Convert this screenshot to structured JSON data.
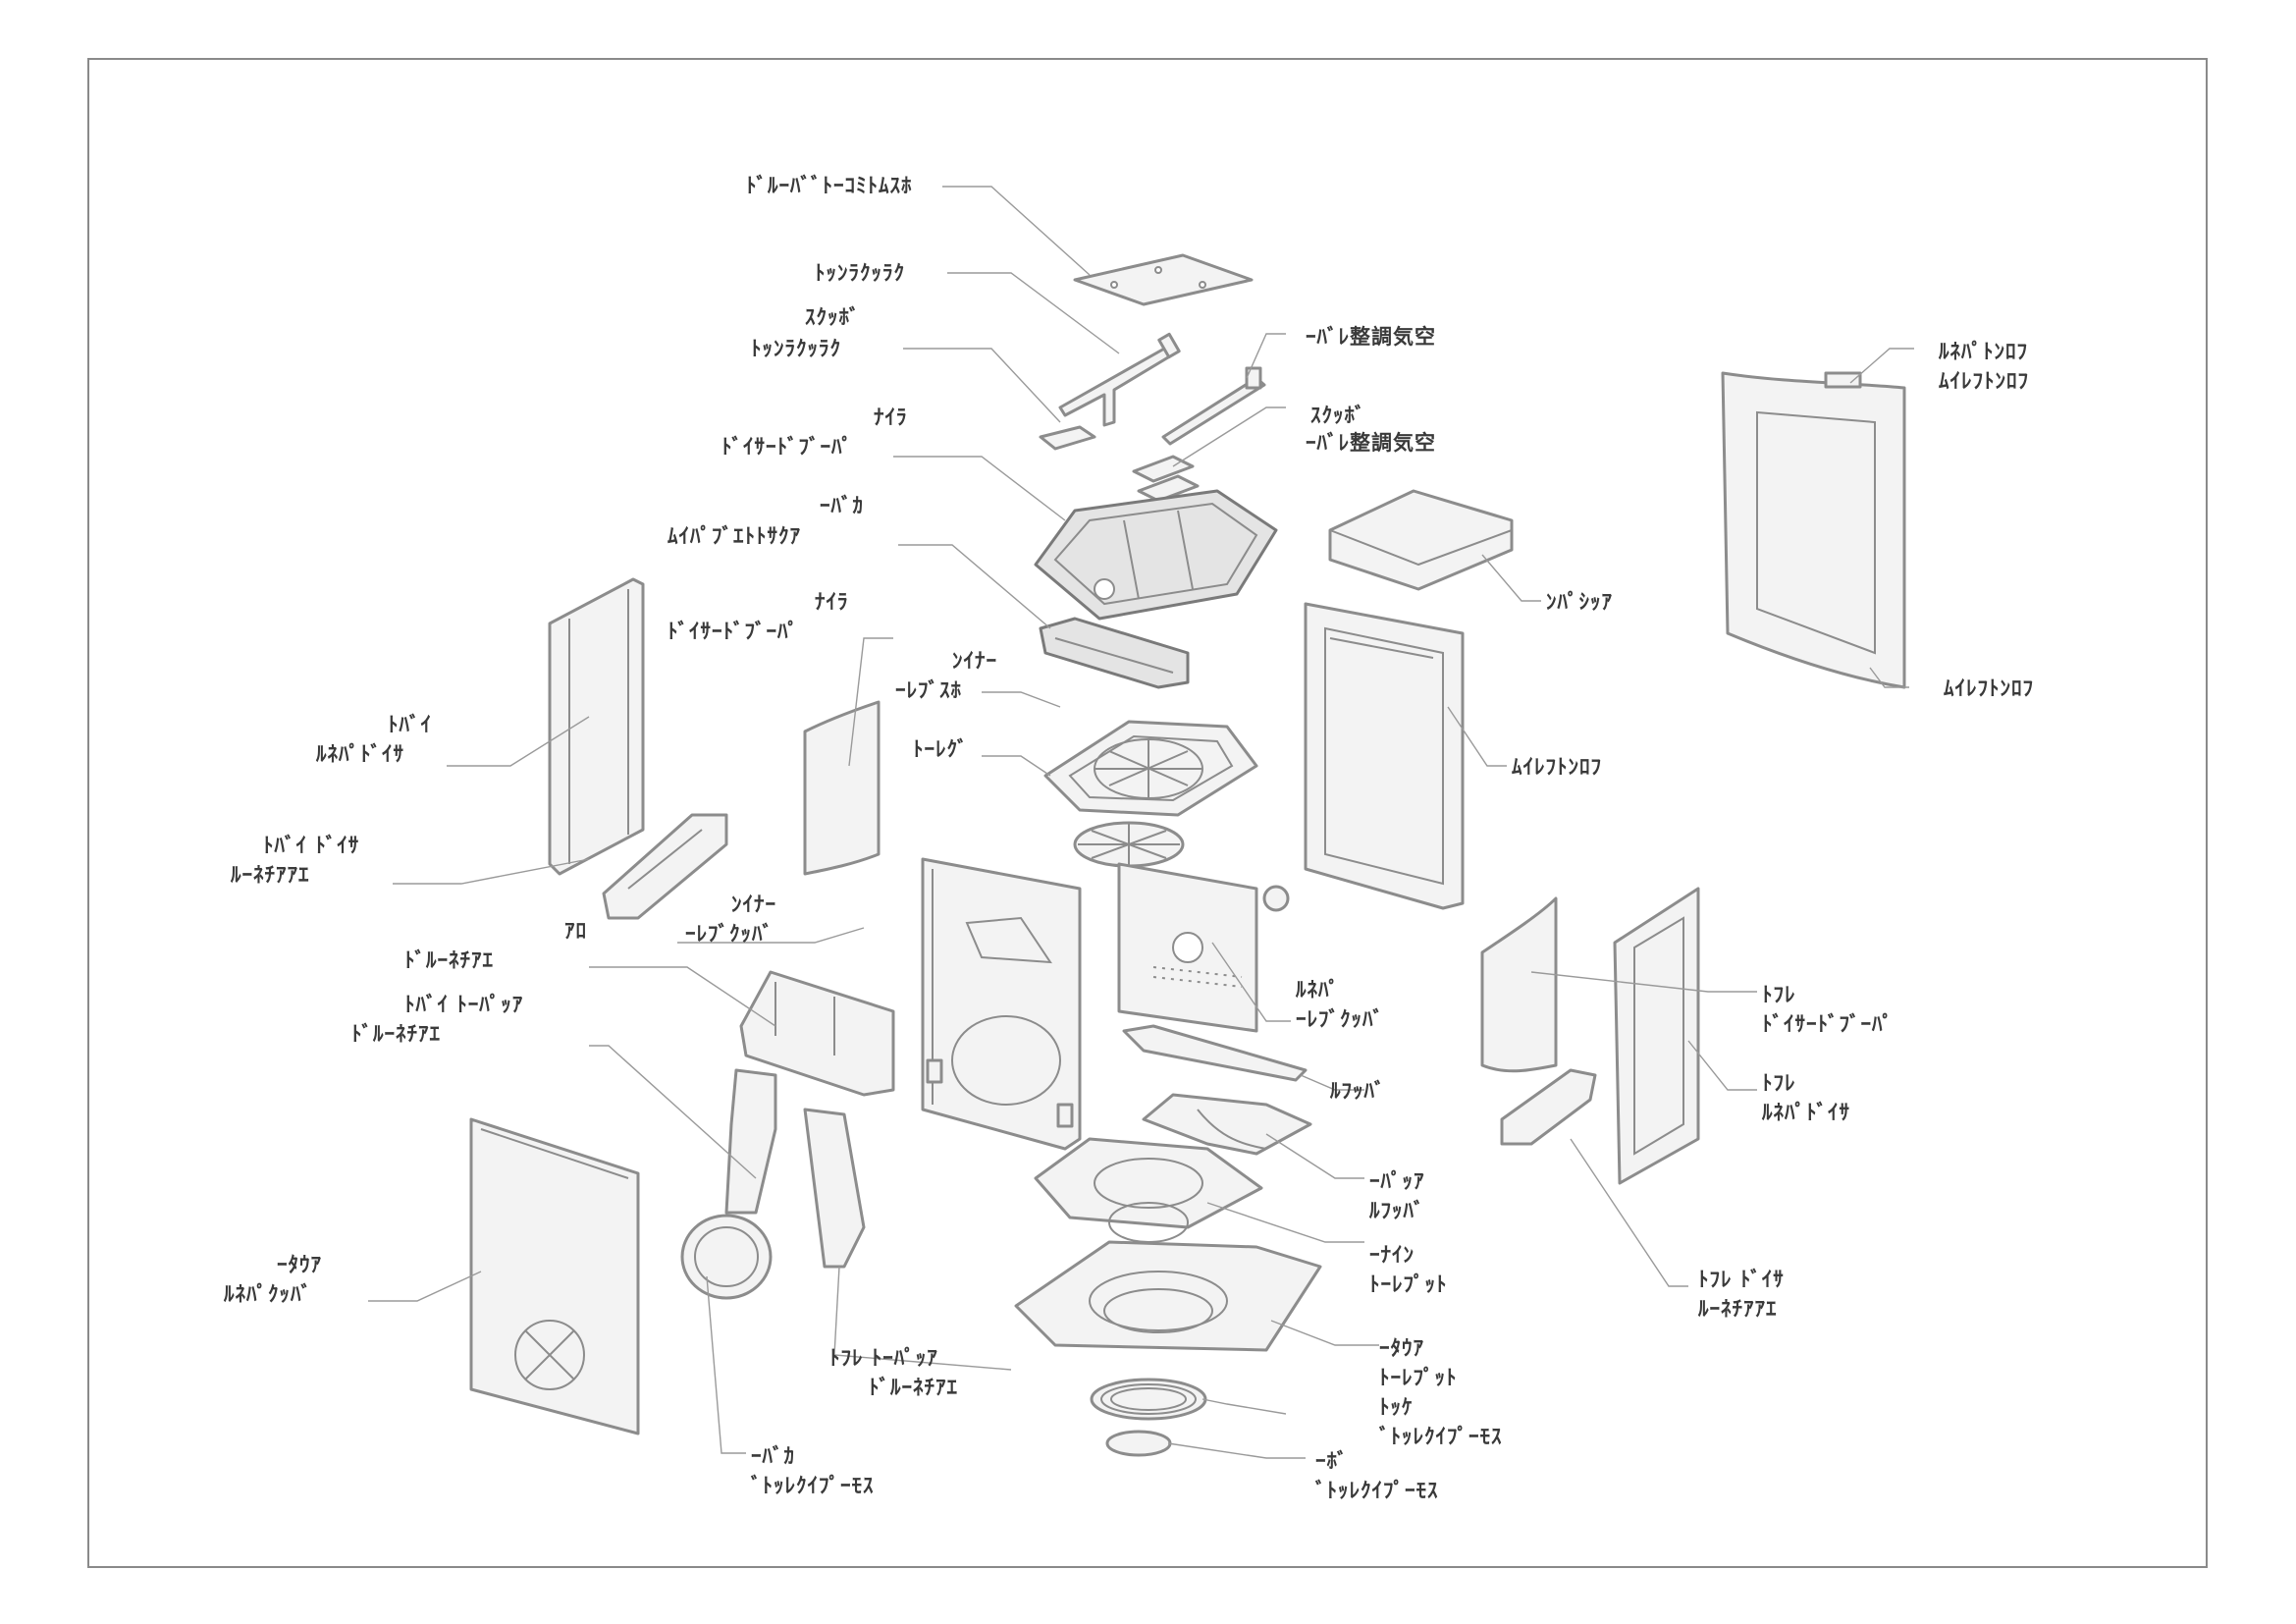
{
  "labels": {
    "top_board": "ﾄﾞﾙｰﾊﾞﾞﾄｰｺﾐﾄﾑｽﾎ",
    "baffle_bracket": "ﾄｯﾝﾗｸｯﾗｸ",
    "baffle_bracket_bolt_1": "ｽｸｯﾎﾞ",
    "baffle_bracket_bolt_2": "ﾄｯﾝﾗｸｯﾗｸ",
    "air_lever_1": "ｰﾊﾞﾚ整調気空",
    "air_lever_bolt_1": "ｽｸｯﾎﾞ",
    "air_lever_bolt_2": "ｰﾊﾞﾚ整調気空",
    "top_liner_1": "ﾅｲﾗ",
    "top_liner_2": "ﾄﾞｲｻｰﾄﾞﾌﾞｰﾊﾟ",
    "combustion_cover_1": "ｰﾊﾞｶ",
    "combustion_cover_2": "ﾑｲﾊﾟﾌﾞｴﾄﾄｻｸｱ",
    "front_frame_top_1": "ﾙﾈﾊﾟﾄﾝﾛﾌ",
    "front_frame_top_2": "ﾑｲﾚﾌﾄﾝﾛﾌ",
    "ash_pan": "ﾝﾊﾟｼｯｱ",
    "front_frame_bottom": "ﾑｲﾚﾌﾄﾝﾛﾌ",
    "side_liner_1": "ﾅｲﾗ",
    "side_liner_2": "ﾄﾞｲｻｰﾄﾞﾌﾞｰﾊﾟ",
    "side_liner_inner_1": "ﾝｲﾅｰ",
    "side_liner_inner_2": "ｰﾚﾌﾞｽﾎ",
    "grate": "ﾄｰﾚｸﾞ",
    "side_panel_right_1": "ﾄﾊﾞｲ",
    "side_panel_right_2": "ﾙﾈﾊﾟﾄﾞｲｻ",
    "air_ch_left_1": "ﾄﾊﾞｲ ﾄﾞｲｻ",
    "air_ch_left_2": "ﾙｰﾈﾁｱｱｴ",
    "rear_inner_1": "ﾝｲﾅｰ",
    "rear_inner_2": "ｰﾚﾌﾞｸｯﾊﾞ",
    "air_ch_rear_1": "ｱﾛ",
    "air_ch_rear_2": "ﾄﾞﾙｰﾈﾁｱｴ",
    "air_ch_upper_1": "ﾄﾊﾞｲ ﾄｰﾊﾟｯｱ",
    "air_ch_upper_2": "ﾄﾞﾙｰﾈﾁｱｴ",
    "back_panel_1": "ﾙﾈﾊﾟ",
    "back_panel_2": "ｰﾚﾌﾞｸｯﾊﾞ",
    "baffle": "ﾙﾌｯﾊﾞ",
    "liner_left_1": "ﾄﾌﾚ",
    "liner_left_2": "ﾄﾞｲｻｰﾄﾞﾌﾞｰﾊﾟ",
    "side_panel_left_1": "ﾄﾌﾚ",
    "side_panel_left_2": "ﾙﾈﾊﾟﾄﾞｲｻ",
    "upper_baffle_1": "ｰﾊﾟｯｱ",
    "upper_baffle_2": "ﾙﾌｯﾊﾞ",
    "top_inner_1": "ｰﾅｲﾝ",
    "top_inner_2": "ﾄｰﾚﾌﾟｯﾄ",
    "air_ch_right_1": "ﾄﾌﾚ ﾄﾞｲｻ",
    "air_ch_right_2": "ﾙｰﾈﾁｱｱｴ",
    "rear_cover_1": "ｰﾀｳｱ",
    "rear_cover_2": "ﾙﾈﾊﾟｸｯﾊﾞ",
    "top_outer_1": "ｰﾀｳｱ",
    "top_outer_2": "ﾄｰﾚﾌﾟｯﾄ",
    "air_ch_lower_1": "ﾄﾌﾚ ﾄｰﾊﾟｯｱ",
    "air_ch_lower_2": "ﾄﾞﾙｰﾈﾁｱｴ",
    "gasket_1": "ﾄｯｹ",
    "gasket_2": "ﾞﾄｯﾚｸｲﾌﾟｰﾓｽ",
    "spigot_cover_1": "ｰﾊﾞｶ",
    "spigot_cover_2": "ﾞﾄｯﾚｸｲﾌﾟｰﾓｽ",
    "spigot_bore_1": "ｰﾎﾞ",
    "spigot_bore_2": "ﾞﾄｯﾚｸｲﾌﾟｰﾓｽ"
  }
}
